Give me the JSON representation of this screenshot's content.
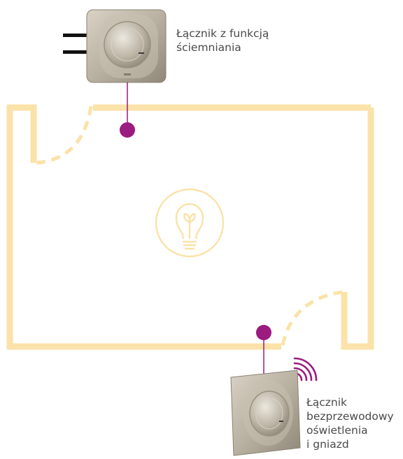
{
  "devices": {
    "dimmer_switch": {
      "label_lines": [
        "Łącznik z funkcją",
        "ściemniania"
      ],
      "icon": "wired-dimmer-switch-icon"
    },
    "wireless_switch": {
      "label_lines": [
        "Łącznik",
        "bezprzewodowy",
        "oświetlenia",
        "i gniazd"
      ],
      "icon": "wireless-switch-icon",
      "signal_icon": "wireless-signal-icon"
    }
  },
  "room": {
    "light_icon": "lightbulb-icon"
  },
  "colors": {
    "wall": "#FBE2A8",
    "connector": "#9B1B7E",
    "signal": "#9B1B7E",
    "text": "#4A4A4A",
    "device_metal": "#BBB3A3"
  }
}
